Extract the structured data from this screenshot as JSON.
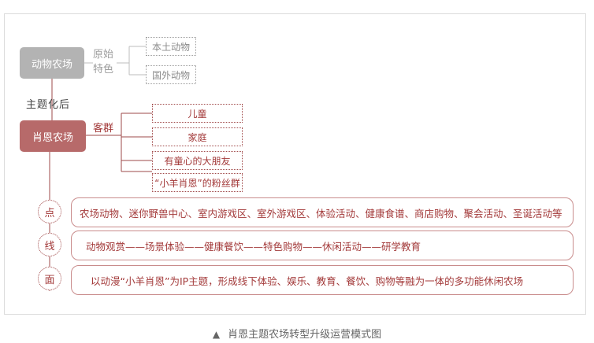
{
  "source": {
    "label": "动物农场",
    "branch_label": "原始特色",
    "items": [
      "本土动物",
      "国外动物"
    ]
  },
  "transition_label": "主题化后",
  "target": {
    "label": "肖恩农场",
    "branch_label": "客群",
    "items": [
      "儿童",
      "家庭",
      "有童心的大朋友",
      "“小羊肖恩”的粉丝群"
    ]
  },
  "levels": [
    {
      "marker": "点",
      "text": "农场动物、迷你野兽中心、室内游戏区、室外游戏区、体验活动、健康食谱、商店购物、聚会活动、圣诞活动等"
    },
    {
      "marker": "线",
      "text": "动物观赏——场景体验——健康餐饮——特色购物——休闲活动——研学教育"
    },
    {
      "marker": "面",
      "text": "以动漫“小羊肖恩”为IP主题，形成线下体验、娱乐、教育、餐饮、购物等融为一体的多功能休闲农场"
    }
  ],
  "caption": "肖恩主题农场转型升级运营模式图",
  "colors": {
    "source_node": "#b3b3b3",
    "target_node": "#b76a6a",
    "accent": "#a33a3a",
    "bar_border": "#c98c8c"
  }
}
